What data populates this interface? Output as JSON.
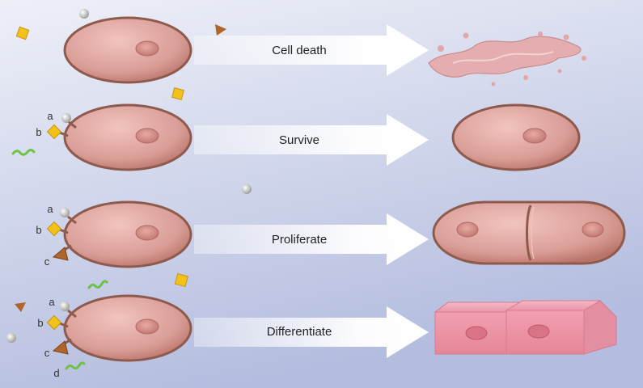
{
  "rows": [
    {
      "outcome": "Cell death",
      "receptors": []
    },
    {
      "outcome": "Survive",
      "receptors": [
        "a",
        "b"
      ]
    },
    {
      "outcome": "Proliferate",
      "receptors": [
        "a",
        "b",
        "c"
      ]
    },
    {
      "outcome": "Differentiate",
      "receptors": [
        "a",
        "b",
        "c",
        "d"
      ]
    }
  ],
  "colors": {
    "background_top": "#e6eaf6",
    "background_bottom": "#b9c2e1",
    "cell_fill": "#d79d98",
    "cell_outline": "#8e5a4c",
    "arrow": "#ffffff",
    "signal_a": "#c9c9c4",
    "signal_b": "#f2c21b",
    "signal_c": "#b0652a",
    "signal_d": "#6cc247"
  }
}
